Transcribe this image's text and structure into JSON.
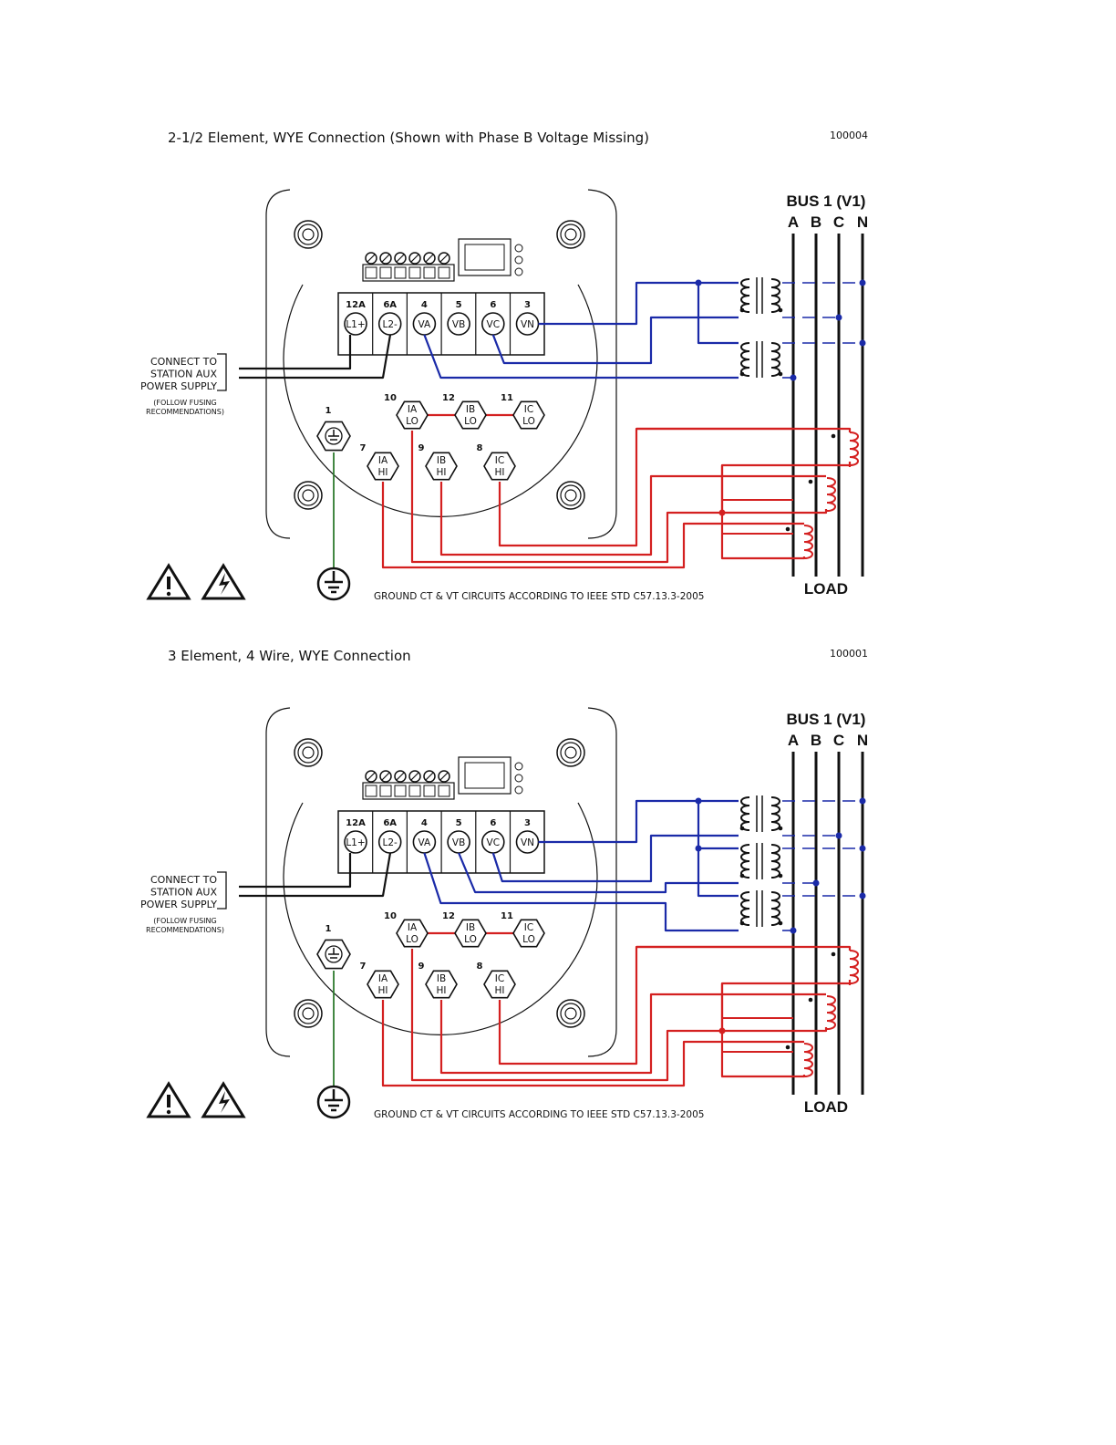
{
  "diagrams": [
    {
      "title": "2-1/2 Element, WYE Connection (Shown with Phase B Voltage Missing)",
      "code": "100004",
      "variant": "2.5",
      "bus": {
        "title": "BUS 1 (V1)",
        "phases": [
          "A",
          "B",
          "C",
          "N"
        ],
        "load": "LOAD"
      },
      "supply": {
        "lines": [
          "CONNECT TO",
          "STATION AUX",
          "POWER SUPPLY"
        ],
        "note": [
          "(FOLLOW FUSING",
          "RECOMMENDATIONS)"
        ]
      },
      "voltage_terminals": [
        {
          "num": "12A",
          "label": "L1+"
        },
        {
          "num": "6A",
          "label": "L2-"
        },
        {
          "num": "4",
          "label": "VA"
        },
        {
          "num": "5",
          "label": "VB"
        },
        {
          "num": "6",
          "label": "VC"
        },
        {
          "num": "3",
          "label": "VN"
        }
      ],
      "current_lo": [
        {
          "num": "10",
          "label": [
            "IA",
            "LO"
          ]
        },
        {
          "num": "12",
          "label": [
            "IB",
            "LO"
          ]
        },
        {
          "num": "11",
          "label": [
            "IC",
            "LO"
          ]
        }
      ],
      "current_hi": [
        {
          "num": "7",
          "label": [
            "IA",
            "HI"
          ]
        },
        {
          "num": "9",
          "label": [
            "IB",
            "HI"
          ]
        },
        {
          "num": "8",
          "label": [
            "IC",
            "HI"
          ]
        }
      ],
      "ground_terminal": "1",
      "ground_note": "GROUND CT & VT CIRCUITS ACCORDING TO IEEE STD C57.13.3-2005"
    },
    {
      "title": "3 Element, 4 Wire, WYE Connection",
      "code": "100001",
      "variant": "3",
      "bus": {
        "title": "BUS 1 (V1)",
        "phases": [
          "A",
          "B",
          "C",
          "N"
        ],
        "load": "LOAD"
      },
      "supply": {
        "lines": [
          "CONNECT TO",
          "STATION AUX",
          "POWER SUPPLY"
        ],
        "note": [
          "(FOLLOW FUSING",
          "RECOMMENDATIONS)"
        ]
      },
      "voltage_terminals": [
        {
          "num": "12A",
          "label": "L1+"
        },
        {
          "num": "6A",
          "label": "L2-"
        },
        {
          "num": "4",
          "label": "VA"
        },
        {
          "num": "5",
          "label": "VB"
        },
        {
          "num": "6",
          "label": "VC"
        },
        {
          "num": "3",
          "label": "VN"
        }
      ],
      "current_lo": [
        {
          "num": "10",
          "label": [
            "IA",
            "LO"
          ]
        },
        {
          "num": "12",
          "label": [
            "IB",
            "LO"
          ]
        },
        {
          "num": "11",
          "label": [
            "IC",
            "LO"
          ]
        }
      ],
      "current_hi": [
        {
          "num": "7",
          "label": [
            "IA",
            "HI"
          ]
        },
        {
          "num": "9",
          "label": [
            "IB",
            "HI"
          ]
        },
        {
          "num": "8",
          "label": [
            "IC",
            "HI"
          ]
        }
      ],
      "ground_terminal": "1",
      "ground_note": "GROUND CT & VT CIRCUITS ACCORDING TO IEEE STD C57.13.3-2005"
    }
  ],
  "colors": {
    "voltage_wire": "#1a2aa8",
    "current_wire": "#d42020",
    "ground_wire": "#2e7a2e",
    "ink": "#111111"
  }
}
